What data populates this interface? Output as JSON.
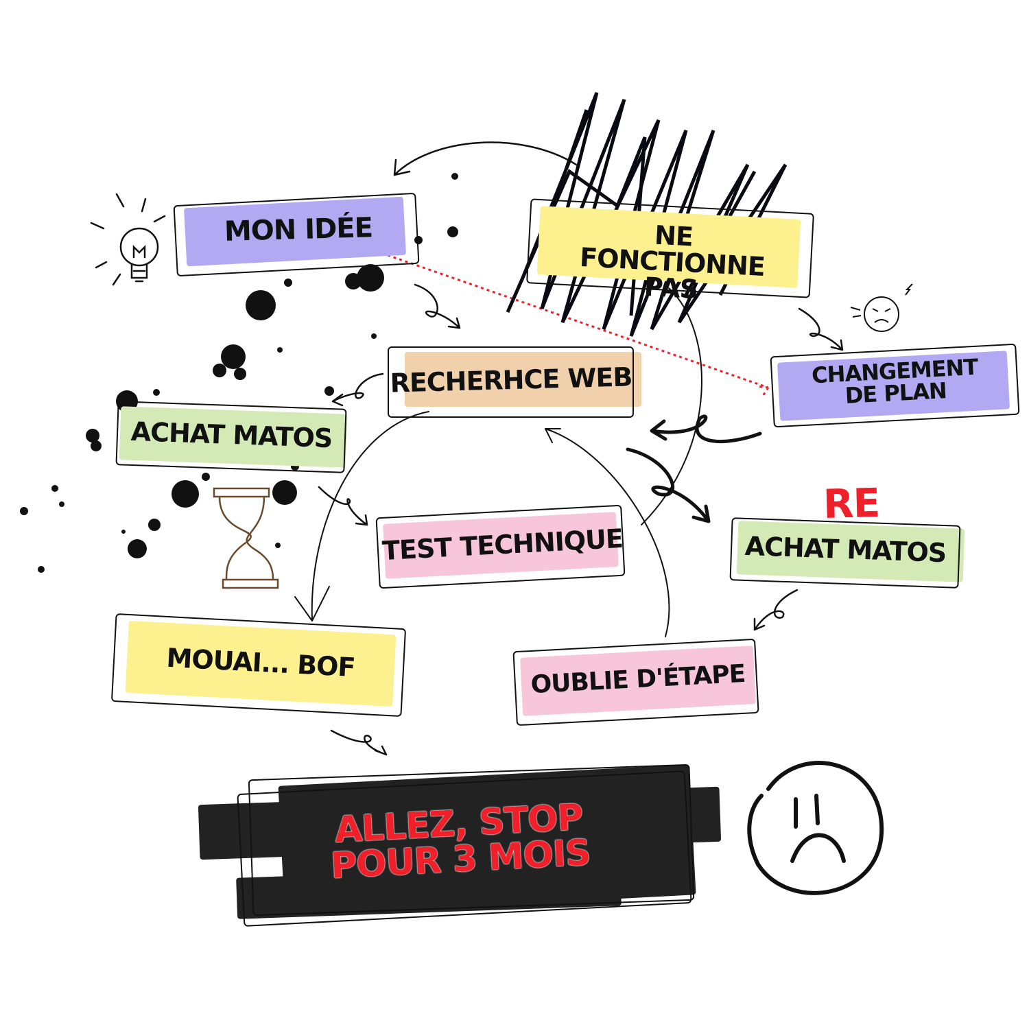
{
  "colors": {
    "purple": "#b3a9f2",
    "yellow": "#fdf08f",
    "tan": "#f0d1ab",
    "green": "#d3eab6",
    "pink": "#f7c6da",
    "dark": "#222222",
    "red": "#f0202a"
  },
  "nodes": {
    "idea": "MON IDÉE",
    "not_working": "NE FONCTIONNE PAS",
    "web_search": "RECHERHCE WEB",
    "change_plan": "CHANGEMENT DE PLAN",
    "buy_gear": "ACHAT MATOS",
    "tech_test": "TEST TECHNIQUE",
    "re_prefix": "RE",
    "re_buy_gear": "ACHAT MATOS",
    "meh": "MOUAI... BOF",
    "forgot_step": "OUBLIE D'ÉTAPE",
    "stop": "ALLEZ, STOP POUR 3 MOIS"
  }
}
